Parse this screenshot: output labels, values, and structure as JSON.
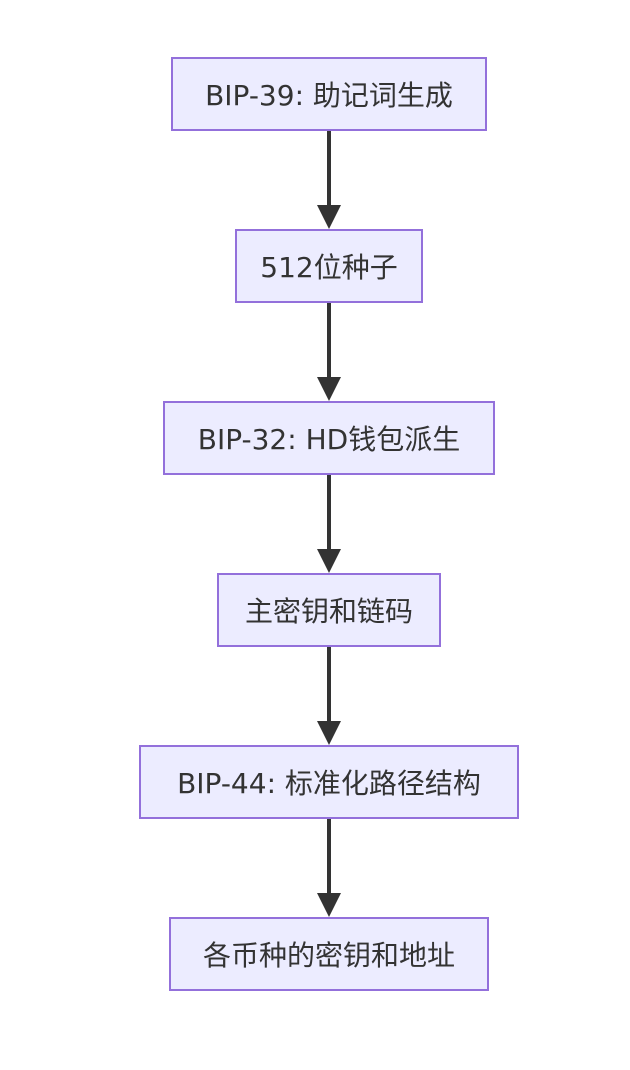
{
  "diagram": {
    "type": "flowchart",
    "direction": "top-to-bottom",
    "colors": {
      "node_fill": "#ECECFF",
      "node_border": "#9370DB",
      "edge": "#333333",
      "text": "#333333"
    },
    "nodes": [
      {
        "id": "n1",
        "label": "BIP-39: 助记词生成"
      },
      {
        "id": "n2",
        "label": "512位种子"
      },
      {
        "id": "n3",
        "label": "BIP-32: HD钱包派生"
      },
      {
        "id": "n4",
        "label": "主密钥和链码"
      },
      {
        "id": "n5",
        "label": "BIP-44: 标准化路径结构"
      },
      {
        "id": "n6",
        "label": "各币种的密钥和地址"
      }
    ],
    "edges": [
      {
        "from": "n1",
        "to": "n2"
      },
      {
        "from": "n2",
        "to": "n3"
      },
      {
        "from": "n3",
        "to": "n4"
      },
      {
        "from": "n4",
        "to": "n5"
      },
      {
        "from": "n5",
        "to": "n6"
      }
    ]
  }
}
